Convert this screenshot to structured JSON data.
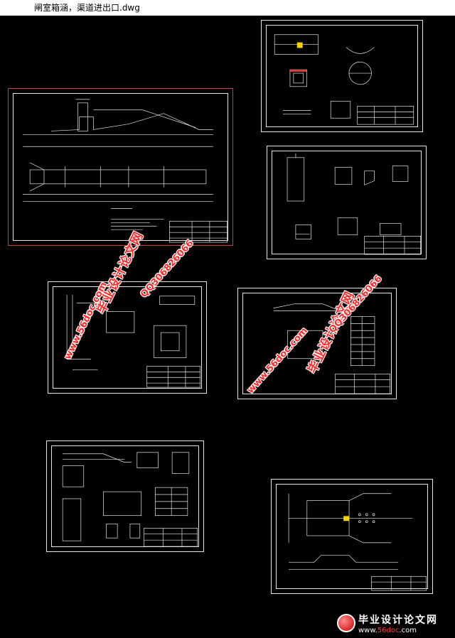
{
  "window": {
    "title": "闸室箱涵，渠道进出口.dwg"
  },
  "drawing_sheets": [
    "sheet-1-elevation-plan",
    "sheet-2-sections",
    "sheet-3-details",
    "sheet-4-structure",
    "sheet-5-reinforcement",
    "sheet-6-gate-details",
    "sheet-7-outlet"
  ],
  "watermarks": {
    "title": "毕业设计论文网",
    "url": "www.56doc.com",
    "qq": "QQ306826066"
  },
  "logo": {
    "name": "毕业设计论文网",
    "url_prefix": "www.",
    "url_highlight": "56doc",
    "url_suffix": ".com"
  },
  "colors": {
    "background": "#000000",
    "line": "#e6e6e6",
    "selection": "#d23a3a",
    "watermark": "#ff2b2b",
    "highlight": "#f2d200"
  }
}
